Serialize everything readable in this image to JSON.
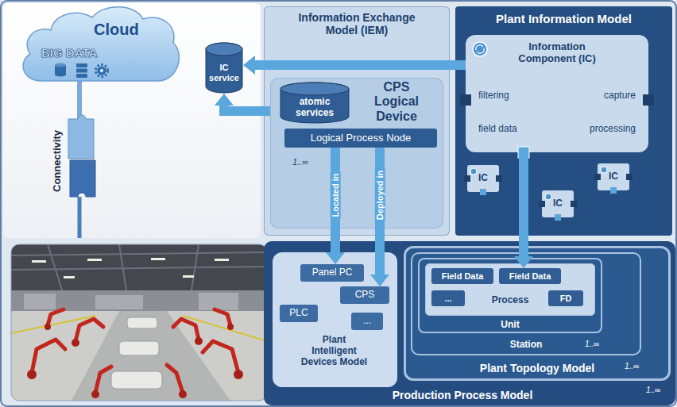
{
  "diagram": {
    "nodes": [
      {
        "text": [
          "Cloud",
          "BIG DATA"
        ]
      },
      {
        "text": [
          "IC service"
        ]
      },
      {
        "text": [
          "Information Exchange Model (IEM)"
        ]
      },
      {
        "text": [
          "CPS Logical Device"
        ],
        "in": 2
      },
      {
        "text": [
          "atomic services"
        ],
        "in": 3
      },
      {
        "text": [
          "Logical Process Node"
        ],
        "in": 3
      },
      {
        "text": [
          "Plant Information Model"
        ]
      },
      {
        "text": [
          "Information Component (IC)",
          "filtering",
          "capture",
          "field data",
          "processing"
        ],
        "in": 6
      },
      {
        "text": [
          "IC"
        ],
        "in": 6
      },
      {
        "text": [
          "IC"
        ],
        "in": 6
      },
      {
        "text": [
          "IC"
        ],
        "in": 6
      },
      {
        "text": [
          "Production Process Model"
        ]
      },
      {
        "text": [
          "Plant Intelligent Devices Model"
        ],
        "in": 11
      },
      {
        "text": [
          "Panel PC"
        ],
        "in": 12
      },
      {
        "text": [
          "CPS"
        ],
        "in": 12
      },
      {
        "text": [
          "PLC"
        ],
        "in": 12
      },
      {
        "text": [
          "..."
        ],
        "in": 12
      },
      {
        "text": [
          "Plant Topology Model"
        ],
        "in": 11
      },
      {
        "text": [
          "Station"
        ],
        "in": 17
      },
      {
        "text": [
          "Unit"
        ],
        "in": 18
      },
      {
        "text": [
          "Process"
        ],
        "in": 19
      },
      {
        "text": [
          "Field Data"
        ],
        "in": 20
      },
      {
        "text": [
          "Field Data"
        ],
        "in": 20
      },
      {
        "text": [
          "..."
        ],
        "in": 20
      },
      {
        "text": [
          "FD"
        ],
        "in": 20
      }
    ],
    "edges": [
      {
        "from": 7,
        "to": 1,
        "arrow": "to"
      },
      {
        "from": 3,
        "to": 1,
        "arrow": "to"
      },
      {
        "from": 5,
        "to": 13,
        "label": "Located in",
        "arrow": "to"
      },
      {
        "from": 5,
        "to": 14,
        "label": "Deployed in",
        "arrow": "to"
      },
      {
        "from": 7,
        "to": 22,
        "arrow": "to"
      }
    ],
    "labels": [
      "Connectivity",
      "1..∞",
      "1..∞",
      "1..∞",
      "1..∞"
    ]
  }
}
